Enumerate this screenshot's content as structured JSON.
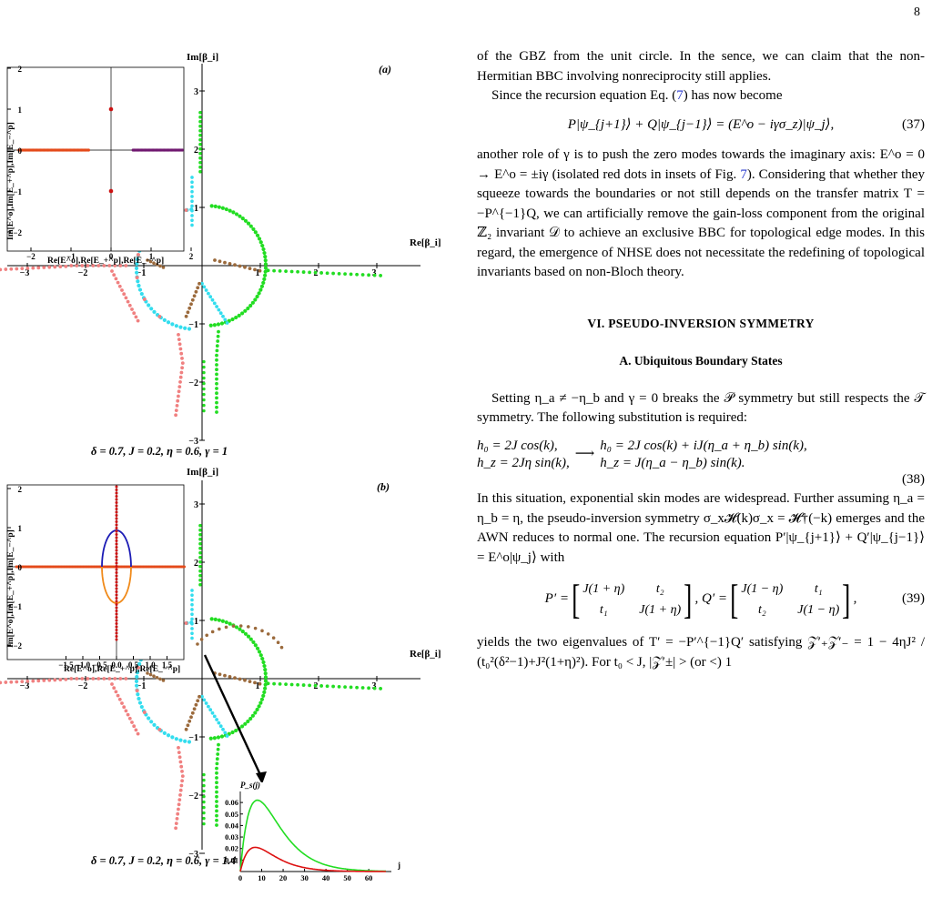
{
  "page_number": "8",
  "figure": {
    "panel_a": {
      "label": "(a)",
      "main_xlabel": "Re[β_i]",
      "main_ylabel": "Im[β_i]",
      "main_xticks": [
        "−3",
        "−2",
        "−1",
        "1",
        "2",
        "3"
      ],
      "main_yticks": [
        "3",
        "2",
        "1",
        "−1",
        "−2",
        "−3"
      ],
      "inset_xlabel": "Re[E^o],Re[E_+^p],Re[E_−^p]",
      "inset_ylabel": "Im[E^o],Im[E_+^p],Im[E_−^p]",
      "inset_xticks": [
        "−2",
        "−1",
        "0",
        "1",
        "2"
      ],
      "inset_yticks": [
        "2",
        "1",
        "0",
        "−1",
        "−2"
      ],
      "caption": "δ = 0.7, J = 0.2, η = 0.6, γ = 1"
    },
    "panel_b": {
      "label": "(b)",
      "main_xlabel": "Re[β_i]",
      "main_ylabel": "Im[β_i]",
      "main_xticks": [
        "−3",
        "−2",
        "−1",
        "1",
        "2",
        "3"
      ],
      "main_yticks": [
        "3",
        "2",
        "1",
        "−1",
        "−2",
        "−3"
      ],
      "inset_xlabel": "Re[E^o],Re[E_+^p],Re[E_−^p]",
      "inset_ylabel": "Im[E^o],Im[E_+^p],Im[E_−^p]",
      "inset_xticks": [
        "−1.5",
        "−1.0",
        "−0.5",
        "0.0",
        "0.5",
        "1.0",
        "1.5"
      ],
      "inset_yticks": [
        "2",
        "1",
        "0",
        "−1",
        "−2"
      ],
      "ps_ylabel": "P_s(j)",
      "ps_xlabel": "j",
      "ps_yticks": [
        "0.06",
        "0.05",
        "0.04",
        "0.03",
        "0.02",
        "0.01"
      ],
      "ps_xticks": [
        "0",
        "10",
        "20",
        "30",
        "40",
        "50",
        "60"
      ],
      "caption": "δ = 0.7, J = 0.2, η = 0.6, γ = 1.4"
    }
  },
  "text": {
    "p1": "of the GBZ from the unit circle. In the sence, we can claim that the non-Hermitian BBC involving nonreciprocity still applies.",
    "p2a": "Since the recursion equation Eq. (",
    "p2ref": "7",
    "p2b": ") has now become",
    "eq37": "P|ψ_{j+1}⟩ + Q|ψ_{j−1}⟩ = (E^o − iγσ_z)|ψ_j⟩,",
    "eq37num": "(37)",
    "p3a": "another role of γ is to push the zero modes towards the imaginary axis: E^o = 0 → E^o = ±iγ (isolated red dots in insets of Fig. ",
    "p3ref": "7",
    "p3b": "). Considering that whether they squeeze towards the boundaries or not still depends on the transfer matrix T = −P^{−1}Q, we can artificially remove the gain-loss component from the original ℤ₂ invariant 𝒟 to achieve an exclusive BBC for topological edge modes. In this regard, the emergence of NHSE does not necessitate the redefining of topological invariants based on non-Bloch theory.",
    "section": "VI.   PSEUDO-INVERSION SYMMETRY",
    "subsection": "A.   Ubiquitous Boundary States",
    "p4": "Setting η_a ≠ −η_b and γ = 0 breaks the 𝒫 symmetry but still respects the 𝒯 symmetry. The following substitution is required:",
    "eq38_l1": "h₀ = 2J cos(k),",
    "eq38_l2": "h_z = 2Jη sin(k),",
    "eq38_arrow": "⟶",
    "eq38_r1": "h₀ = 2J cos(k) + iJ(η_a + η_b) sin(k),",
    "eq38_r2": "h_z = J(η_a − η_b) sin(k).",
    "eq38num": "(38)",
    "p5": "In this situation, exponential skin modes are widespread. Further assuming η_a = η_b = η, the pseudo-inversion symmetry σ_x𝓗(k)σ_x = 𝓗†(−k) emerges and the AWN reduces to normal one. The recursion equation P′|ψ_{j+1}⟩ + Q′|ψ_{j−1}⟩ = E^o|ψ_j⟩ with",
    "eq39_P": "P′ =",
    "eq39_P11": "J(1 + η)",
    "eq39_P12": "t₂",
    "eq39_P21": "t₁",
    "eq39_P22": "J(1 + η)",
    "eq39_Q": ", Q′ =",
    "eq39_Q11": "J(1 − η)",
    "eq39_Q12": "t₁",
    "eq39_Q21": "t₂",
    "eq39_Q22": "J(1 − η)",
    "eq39_end": ",",
    "eq39num": "(39)",
    "p6": "yields the two eigenvalues of T′ = −P′^{−1}Q′ satisfying 𝒵′₊𝒵′₋ = 1 − 4ηJ² / (t₀²(δ²−1)+J²(1+η)²). For t₀ < J, |𝒵′±| > (or <) 1"
  },
  "colors": {
    "salmon": "#f08080",
    "cyan": "#33ddee",
    "green": "#22dd22",
    "brown": "#9b6a3c",
    "red": "#cc1111",
    "orange_red": "#e44a1a",
    "purple": "#701870",
    "blue": "#1b1bb5",
    "orange": "#f08a1a",
    "ps_green": "#22dd22",
    "ps_red": "#dd1111"
  }
}
